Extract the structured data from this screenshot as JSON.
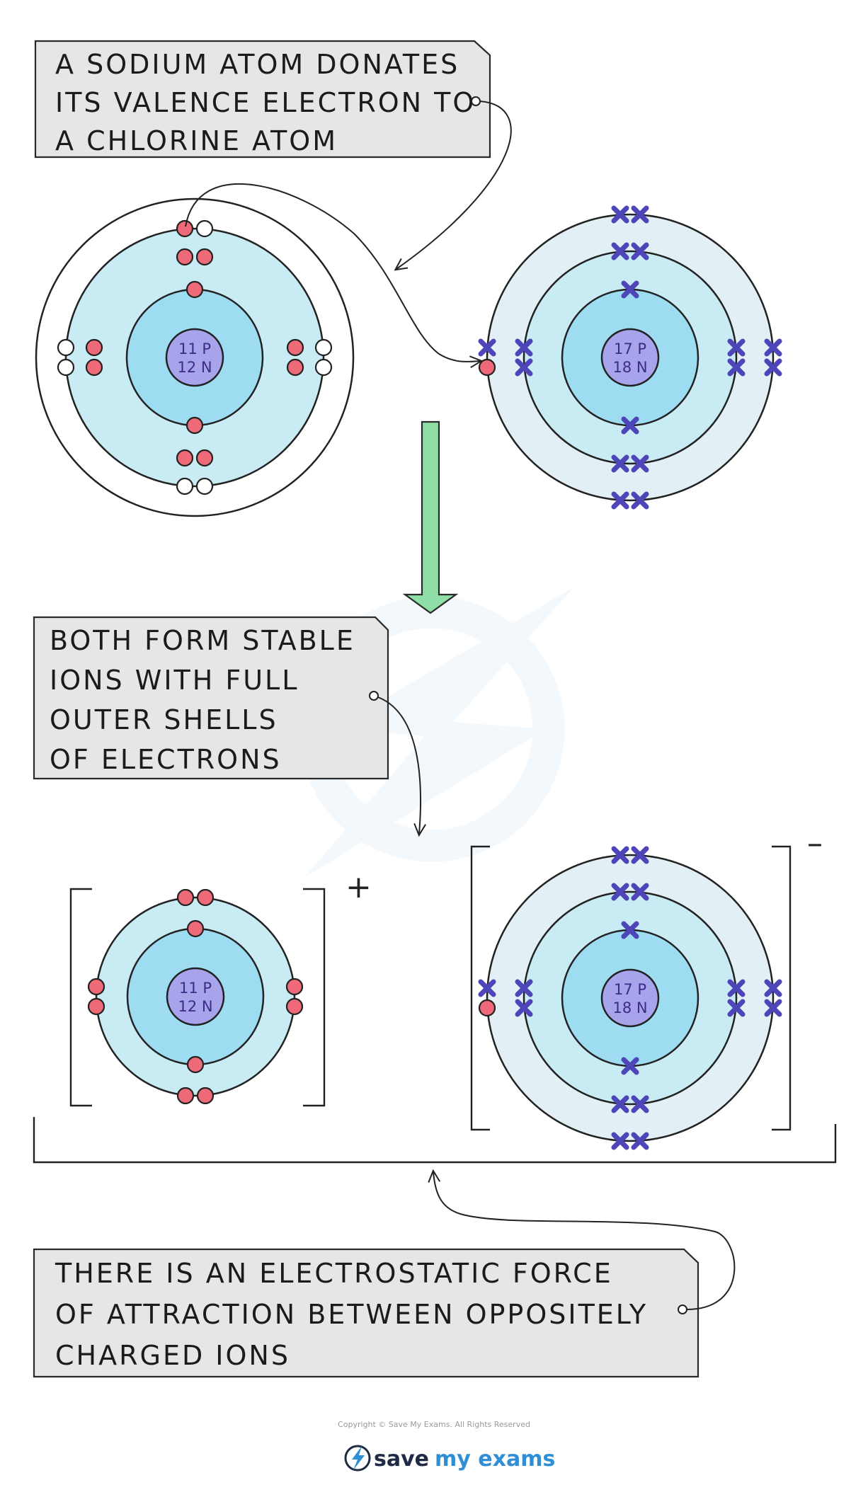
{
  "callouts": {
    "donate": [
      "A SODIUM ATOM DONATES",
      "ITS VALENCE ELECTRON TO",
      "A CHLORINE ATOM"
    ],
    "stable": [
      "BOTH FORM STABLE",
      "IONS WITH FULL",
      "OUTER SHELLS",
      "OF ELECTRONS"
    ],
    "force": [
      "THERE IS AN ELECTROSTATIC FORCE",
      "OF ATTRACTION BETWEEN OPPOSITELY",
      "CHARGED IONS"
    ]
  },
  "sodium": {
    "protons": "11 P",
    "neutrons": "12 N",
    "ion_charge": "+"
  },
  "chlorine": {
    "protons": "17 P",
    "neutrons": "18 N",
    "ion_charge": "–"
  },
  "footer": {
    "copyright": "Copyright © Save My Exams. All Rights Reserved",
    "brand_save": "save",
    "brand_myexams": "my exams",
    "logo_icon": "lightning-bolt-icon"
  },
  "colors": {
    "sodium_electron": "#ee6a78",
    "chlorine_electron": "#4d45b8",
    "shell_inner": "#9edcf2",
    "shell_middle": "#c9ebf3",
    "shell_outer": "#e2f0f6",
    "nucleus": "#a7a4ec",
    "callout_box": "#e6e6e6",
    "arrow": "#8fdea6"
  }
}
